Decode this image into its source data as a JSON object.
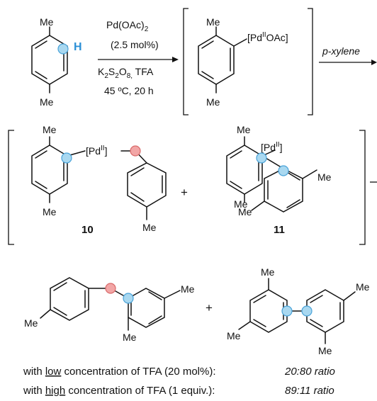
{
  "colors": {
    "blue_dot": "#a9d8f0",
    "blue_stroke": "#4aa3d9",
    "red_dot": "#f2a6a6",
    "red_stroke": "#d96a6a",
    "h_text": "#2b8fd6"
  },
  "row1": {
    "substrate": {
      "me_top": "Me",
      "me_bottom": "Me",
      "h": "H"
    },
    "conditions": {
      "catalyst": "Pd(OAc)",
      "catalyst_sub": "2",
      "loading": "(2.5 mol%)",
      "oxidant_k": "K",
      "oxidant_k_sub": "2",
      "oxidant_s": "S",
      "oxidant_s_sub": "2",
      "oxidant_o": "O",
      "oxidant_o_sub": "8,",
      "oxidant_tfa": " TFA",
      "temp_time": "45 ºC, 20 h"
    },
    "intermediate": {
      "me_top": "Me",
      "me_bottom": "Me",
      "pd_open": "[Pd",
      "pd_ox": "II",
      "pd_close": "OAc]"
    },
    "reagent": "p-xylene"
  },
  "row2": {
    "int10": {
      "me_top": "Me",
      "me_bottom": "Me",
      "me_para": "Me",
      "pd_open": "[Pd",
      "pd_ox": "II",
      "pd_close": "]",
      "label": "10"
    },
    "plus": "+",
    "int11": {
      "me_top": "Me",
      "me_bottom": "Me",
      "me_right": "Me",
      "me_ortho": "Me",
      "pd_open": "[Pd",
      "pd_ox": "II",
      "pd_close": "]",
      "label": "11"
    }
  },
  "row3": {
    "product_a": {
      "me_left": "Me",
      "me_right": "Me",
      "me_ortho": "Me"
    },
    "plus": "+",
    "product_b": {
      "me_top_left": "Me",
      "me_top_right": "Me",
      "me_bottom_left": "Me",
      "me_bottom_right": "Me"
    }
  },
  "results": [
    {
      "pre": "with ",
      "key": "low",
      "post": " concentration of TFA (20 mol%):",
      "ratio": "20:80 ratio"
    },
    {
      "pre": "with ",
      "key": "high",
      "post": " concentration of TFA (1 equiv.):",
      "ratio": "89:11 ratio"
    }
  ]
}
